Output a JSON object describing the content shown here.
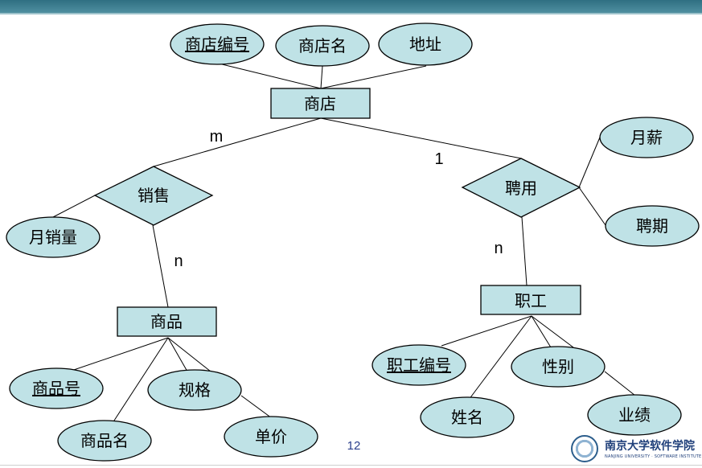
{
  "entities": {
    "shop": "商店",
    "goods": "商品",
    "employee": "职工"
  },
  "relationships": {
    "sell": "销售",
    "hire": "聘用"
  },
  "attributes": {
    "shop_id": "商店编号",
    "shop_name": "商店名",
    "address": "地址",
    "monthly_salary": "月薪",
    "hire_period": "聘期",
    "monthly_sales": "月销量",
    "goods_id": "商品号",
    "goods_name": "商品名",
    "spec": "规格",
    "unit_price": "单价",
    "employee_id": "职工编号",
    "employee_name": "姓名",
    "gender": "性别",
    "performance": "业绩"
  },
  "cardinalities": {
    "shop_sell": "m",
    "sell_goods": "n",
    "shop_hire": "1",
    "hire_employee": "n"
  },
  "footer": {
    "page_number": "12",
    "logo_name": "南京大学软件学院",
    "logo_subtitle": "NANJING UNIVERSITY · SOFTWARE INSTITUTE"
  },
  "colors": {
    "node_fill": "#bfe2e6",
    "header_bar": "#3a7b8e",
    "page_number": "#2b3f8c"
  }
}
